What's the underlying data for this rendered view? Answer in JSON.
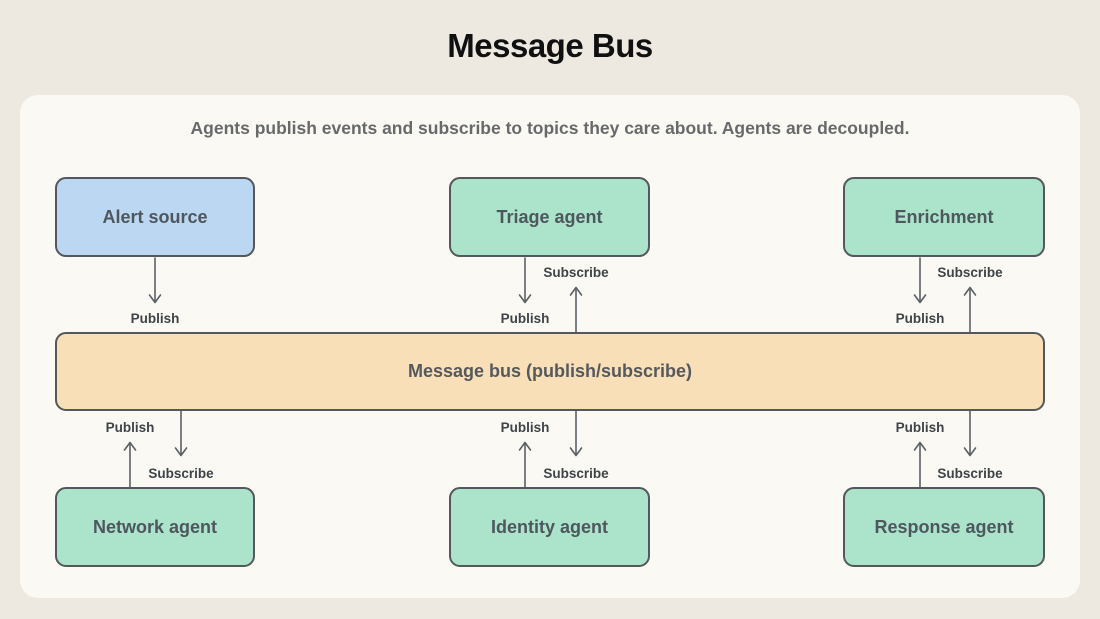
{
  "title": "Message Bus",
  "subtitle": "Agents publish events and subscribe to topics they care about. Agents are decoupled.",
  "labels": {
    "publish": "Publish",
    "subscribe": "Subscribe"
  },
  "nodes": {
    "alert_source": "Alert source",
    "triage_agent": "Triage agent",
    "enrichment": "Enrichment",
    "message_bus": "Message bus (publish/subscribe)",
    "network_agent": "Network agent",
    "identity_agent": "Identity agent",
    "response_agent": "Response agent"
  },
  "colors": {
    "page_background": "#EDE9E1",
    "panel_background": "#FAF9F3",
    "source_node_fill": "#BCD7F1",
    "agent_node_fill": "#ABE3CB",
    "bus_node_fill": "#F9DFB8",
    "node_border": "#54575B",
    "arrow_stroke": "#5C6065",
    "title_text": "#101010",
    "subtitle_text": "#68696B",
    "node_text": "#4E565E"
  }
}
